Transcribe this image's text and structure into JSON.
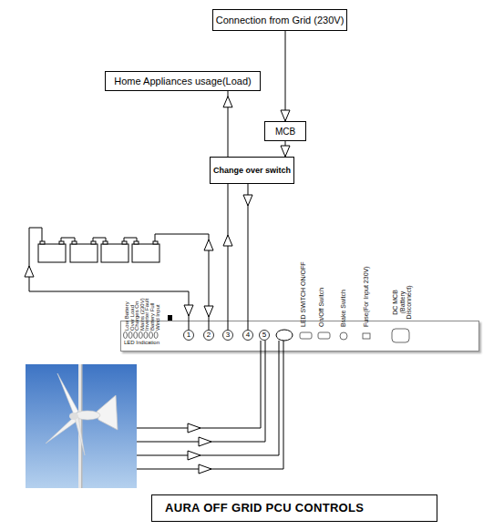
{
  "diagram": {
    "caption": "AURA OFF GRID PCU CONTROLS",
    "nodes": [
      {
        "text": [
          "Connection from Grid (230V)"
        ]
      },
      {
        "text": [
          "Home Appliances usage(Load)"
        ]
      },
      {
        "text": [
          "MCB"
        ]
      },
      {
        "text": [
          "Change over switch"
        ]
      },
      {
        "text": [
          "Low Battery",
          "Over Load",
          "Charges On",
          "Mains (230V)",
          "Inverter Fault",
          "Battery Full",
          "Wind Input",
          "LED Indication",
          "LED SWITCH ON/OFF",
          "On/Off Switch",
          "Brake Switch",
          "Fuse(For Input 230V)",
          "DC MCB (Battery Disconnect)"
        ]
      },
      {
        "text": [
          "1"
        ],
        "in": 4
      },
      {
        "text": [
          "2"
        ],
        "in": 4
      },
      {
        "text": [
          "3"
        ],
        "in": 4
      },
      {
        "text": [
          "4"
        ],
        "in": 4
      },
      {
        "text": [
          "5"
        ],
        "in": 4
      }
    ],
    "edges": [
      {
        "from": 0,
        "to": 2,
        "arrow": "to"
      },
      {
        "from": 2,
        "to": 3,
        "arrow": "to"
      },
      {
        "from": 3,
        "to": 1,
        "arrow": "to"
      },
      {
        "from": 7,
        "to": 3,
        "arrow": "to"
      },
      {
        "from": 3,
        "to": 8,
        "arrow": "to"
      }
    ]
  }
}
